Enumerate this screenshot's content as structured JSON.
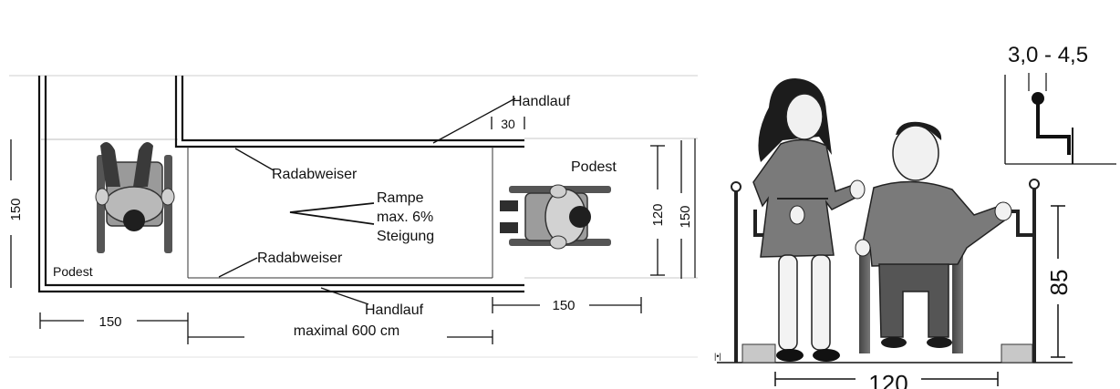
{
  "plan": {
    "handlauf_top": "Handlauf",
    "handlauf_bottom": "Handlauf",
    "radabweiser_top": "Radabweiser",
    "radabweiser_bottom": "Radabweiser",
    "rampe_line1": "Rampe",
    "rampe_line2": "max. 6%",
    "rampe_line3": "Steigung",
    "podest_left": "Podest",
    "podest_right": "Podest",
    "gap_30": "30",
    "dim_left_150": "150",
    "dim_right_120": "120",
    "dim_right_150": "150",
    "dim_bottom_left_150": "150",
    "dim_bottom_right_150": "150",
    "dim_max_length": "maximal 600 cm"
  },
  "section": {
    "handrail_diameter": "3,0 - 4,5",
    "height_85": "85",
    "width_120": "120"
  }
}
